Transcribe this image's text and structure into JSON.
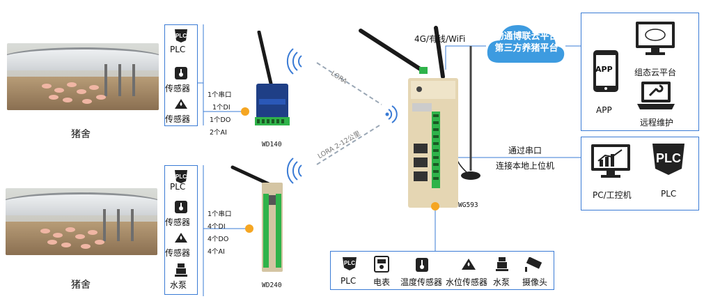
{
  "farms": [
    {
      "caption": "猪舍"
    },
    {
      "caption": "猪舍"
    }
  ],
  "sensor_panel_1": {
    "items": [
      "PLC",
      "传感器",
      "传感器"
    ]
  },
  "sensor_panel_2": {
    "items": [
      "PLC",
      "传感器",
      "传感器",
      "水泵"
    ]
  },
  "wd140": {
    "name": "WD140",
    "ports": [
      "1个串口",
      "1个DI",
      "1个DO",
      "2个AI"
    ]
  },
  "wd240": {
    "name": "WD240",
    "ports": [
      "1个串口",
      "4个DI",
      "4个DO",
      "4个AI"
    ]
  },
  "wg593": {
    "name": "WG593"
  },
  "links": {
    "lora_top": "LORA",
    "lora_bottom": "LORA  2-12公里",
    "network": "4G/有线/WiFi",
    "serial_line1": "通过串口",
    "serial_line2": "连接本地上位机"
  },
  "cloud": {
    "line1": "物通博联云平台",
    "line2": "第三方养猪平台"
  },
  "cloud_panel": {
    "app_icon_text": "APP",
    "app_label": "APP",
    "config_label": "组态云平台",
    "remote_label": "远程维护"
  },
  "local_panel": {
    "pc_label": "PC/工控机",
    "plc_label": "PLC"
  },
  "bottom_panel": {
    "items": [
      "PLC",
      "电表",
      "温度传感器",
      "水位传感器",
      "水泵",
      "摄像头"
    ]
  },
  "colors": {
    "frame": "#3a7bd5",
    "dot": "#f5a623",
    "cloud": "#3d9be0",
    "device_green": "#2fb34a"
  }
}
